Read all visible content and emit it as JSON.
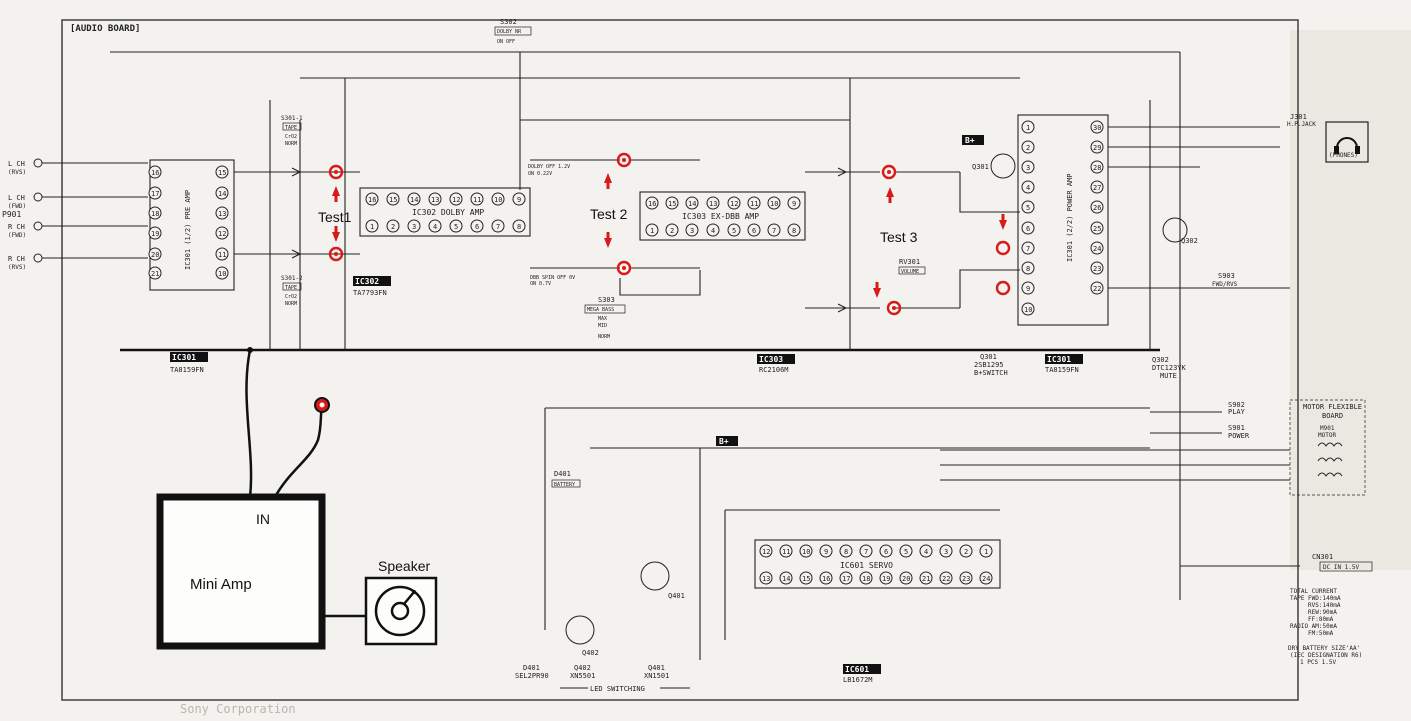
{
  "board": {
    "title": "[AUDIO BOARD]"
  },
  "connector_left": {
    "ref": "P901",
    "labels": [
      "L CH\n(RVS)",
      "L CH\n(FWD)",
      "R CH\n(FWD)",
      "R CH\n(RVS)"
    ]
  },
  "ics": {
    "ic301a": {
      "ref": "IC301",
      "part": "TA8159FN",
      "desc": "IC301 (1/2) PRE AMP",
      "pins_left": [
        "16",
        "17",
        "18",
        "19",
        "20",
        "21"
      ],
      "pins_right": [
        "15",
        "14",
        "13",
        "12",
        "11",
        "10"
      ]
    },
    "ic302": {
      "ref": "IC302",
      "part": "TA7793FN",
      "desc": "IC302 DOLBY AMP",
      "pins_top": [
        "16",
        "15",
        "14",
        "13",
        "12",
        "11",
        "10",
        "9"
      ],
      "pins_bottom": [
        "1",
        "2",
        "3",
        "4",
        "5",
        "6",
        "7",
        "8"
      ]
    },
    "ic303": {
      "ref": "IC303",
      "part": "RC2106M",
      "desc": "IC303 EX-DBB AMP",
      "pins_top": [
        "16",
        "15",
        "14",
        "13",
        "12",
        "11",
        "10",
        "9"
      ],
      "pins_bottom": [
        "1",
        "2",
        "3",
        "4",
        "5",
        "6",
        "7",
        "8"
      ]
    },
    "ic301b": {
      "ref": "IC301",
      "part": "TA8159FN",
      "desc": "IC301 (2/2) POWER AMP",
      "pins_left": [
        "1",
        "2",
        "3",
        "4",
        "5",
        "6",
        "7",
        "8",
        "9",
        "10"
      ],
      "pins_right": [
        "30",
        "29",
        "28",
        "27",
        "26",
        "25",
        "24",
        "23",
        "22"
      ]
    },
    "ic601": {
      "ref": "IC601",
      "part": "LB1672M",
      "desc": "IC601 SERVO",
      "pins_top": [
        "12",
        "11",
        "10",
        "9",
        "8",
        "7",
        "6",
        "5",
        "4",
        "3",
        "2",
        "1"
      ],
      "pins_bottom": [
        "13",
        "14",
        "15",
        "16",
        "17",
        "18",
        "19",
        "20",
        "21",
        "22",
        "23",
        "24"
      ]
    }
  },
  "switches": {
    "s301": "S301-1\nTAPE\nCrO2\nNORM",
    "s302": "S302\nDOLBY NR\nON OFF",
    "s303": "S303\nMEGA BASS\nMAX\nMID\nNORM",
    "s903": "S903\nFWD/RVS",
    "s902": "S902\nPLAY",
    "s901": "S901\nPOWER"
  },
  "components": {
    "q301": "Q301\n2SB1295\nB+SWITCH",
    "q302": "Q302\nDTC123YK\nMUTE",
    "rv301": "RV301\nVOLUME",
    "j301": "J301\nH.P.JACK",
    "phones": "(PHONES)",
    "cn301": "CN301",
    "dc_in": "DC IN 1.5V",
    "d401": "D401",
    "battery": "BATTERY",
    "q401": "Q401",
    "q402": "Q402",
    "motor_board": "MOTOR FLEXIBLE\nBOARD",
    "m901": "M901\nMOTOR",
    "led_switching": "LED SWITCHING",
    "bplus": "B+",
    "bottom_parts": "D401\nSEL2PR90        Q402\n              XN5501          Q401\n                          XN1501"
  },
  "notes": {
    "total_current": "TOTAL CURRENT\nTAPE FWD:140mA\nRVS:140mA\nREW:90mA\nFF:80mA\nRADIO AM:50mA\nFM:50mA",
    "battery_size": "DRY BATTERY SIZE'AA'\n(IEC DESIGNATION R6)\n1 PCS 1.5V"
  },
  "annotations": {
    "test1": "Test1",
    "test2": "Test 2",
    "test3": "Test 3",
    "mini_amp": "Mini Amp",
    "in": "IN",
    "speaker": "Speaker"
  },
  "colors": {
    "annotation": "#d91a1a",
    "ink": "#222222",
    "paper": "#f4f2ee"
  },
  "footer": "Sony Corporation"
}
